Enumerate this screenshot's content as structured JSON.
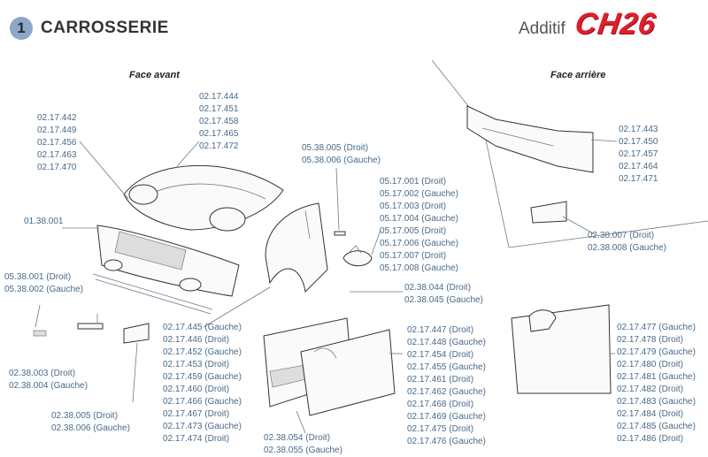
{
  "header": {
    "section_number": "1",
    "title": "CARROSSERIE",
    "additif_label": "Additif",
    "brand": "CH26"
  },
  "sections": {
    "front_title": "Face avant",
    "rear_title": "Face arrière"
  },
  "refs": {
    "hood_top": [
      "02.17.444",
      "02.17.451",
      "02.17.458",
      "02.17.465",
      "02.17.472"
    ],
    "hood_left": [
      "02.17.442",
      "02.17.449",
      "02.17.456",
      "02.17.463",
      "02.17.470"
    ],
    "bumper_front": [
      "01.38.001"
    ],
    "lower_trim": [
      "05.38.001 (Droit)",
      "05.38.002 (Gauche)"
    ],
    "clip_small": [
      "02.38.003 (Droit)",
      "02.38.004 (Gauche)"
    ],
    "fog_bracket": [
      "02.38.005 (Droit)",
      "02.38.006 (Gauche)"
    ],
    "fender": [
      "02.17.445 (Gauche)",
      "02.17.446 (Droit)",
      "02.17.452 (Gauche)",
      "02.17.453 (Droit)",
      "02.17.459 (Gauche)",
      "02.17.460 (Droit)",
      "02.17.466 (Gauche)",
      "02.17.467 (Droit)",
      "02.17.473 (Gauche)",
      "02.17.474 (Droit)"
    ],
    "side_marker": [
      "05.38.005 (Droit)",
      "05.38.006 (Gauche)"
    ],
    "mirror": [
      "05.17.001 (Droit)",
      "05.17.002 (Gauche)",
      "05.17.003 (Droit)",
      "05.17.004 (Gauche)",
      "05.17.005 (Droit)",
      "05.17.006 (Gauche)",
      "05.17.007 (Droit)",
      "05.17.008 (Gauche)"
    ],
    "mirror_glass": [
      "02.38.044 (Droit)",
      "02.38.045 (Gauche)"
    ],
    "door_left": [
      "02.17.447 (Droit)",
      "02.17.448 (Gauche)",
      "02.17.454 (Droit)",
      "02.17.455 (Gauche)",
      "02.17.461 (Droit)",
      "02.17.462 (Gauche)",
      "02.17.468 (Droit)",
      "02.17.469 (Gauche)",
      "02.17.475 (Droit)",
      "02.17.476 (Gauche)"
    ],
    "door_trim": [
      "02.38.054 (Droit)",
      "02.38.055 (Gauche)"
    ],
    "rear_bumper": [
      "02.17.443",
      "02.17.450",
      "02.17.457",
      "02.17.464",
      "02.17.471"
    ],
    "rear_reflector": [
      "02.38.007 (Droit)",
      "02.38.008 (Gauche)"
    ],
    "door_right": [
      "02.17.477 (Gauche)",
      "02.17.478 (Droit)",
      "02.17.479 (Gauche)",
      "02.17.480 (Droit)",
      "02.17.481 (Gauche)",
      "02.17.482 (Droit)",
      "02.17.483 (Gauche)",
      "02.17.484 (Droit)",
      "02.17.485 (Gauche)",
      "02.17.486 (Droit)"
    ]
  }
}
